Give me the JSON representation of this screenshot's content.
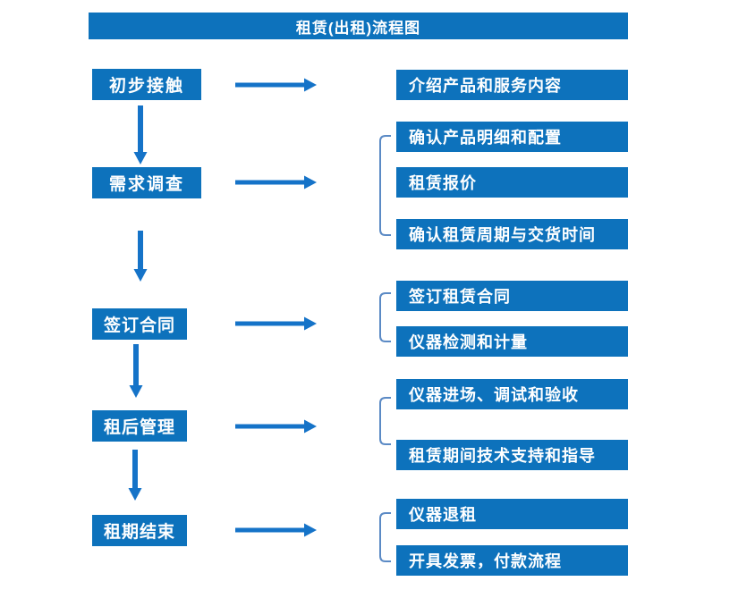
{
  "title": "租赁(出租)流程图",
  "colors": {
    "box_blue": "#0D72BC",
    "arrow_blue": "#1573C8",
    "bracket_blue": "#5B8AC5",
    "text_white": "#FFFFFF",
    "background": "#FFFFFF"
  },
  "flow": {
    "steps": [
      {
        "label": "初步接触",
        "details": [
          "介绍产品和服务内容"
        ]
      },
      {
        "label": "需求调查",
        "details": [
          "确认产品明细和配置",
          "租赁报价",
          "确认租赁周期与交货时间"
        ]
      },
      {
        "label": "签订合同",
        "details": [
          "签订租赁合同",
          "仪器检测和计量"
        ]
      },
      {
        "label": "租后管理",
        "details": [
          "仪器进场、调试和验收",
          "租赁期间技术支持和指导"
        ]
      },
      {
        "label": "租期结束",
        "details": [
          "仪器退租",
          "开具发票，付款流程"
        ]
      }
    ]
  }
}
